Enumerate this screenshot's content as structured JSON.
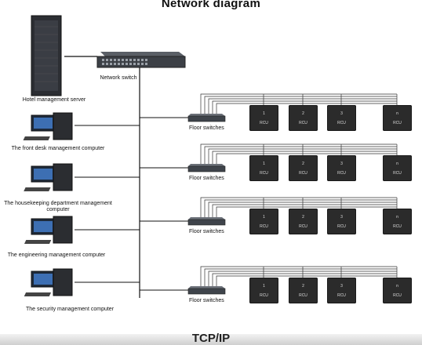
{
  "title": "Network diagram",
  "footer": "TCP/IP",
  "server": {
    "label": "Hotel management server"
  },
  "network_switch": {
    "label": "Network switch"
  },
  "computers": [
    {
      "label": "The front desk management computer"
    },
    {
      "label": "The housekeeping department management computer"
    },
    {
      "label": "The engineering management computer"
    },
    {
      "label": "The security management computer"
    }
  ],
  "floors": [
    {
      "switch_label": "Floor switches",
      "rcus": [
        {
          "num": "1",
          "name": "RCU"
        },
        {
          "num": "2",
          "name": "RCU"
        },
        {
          "num": "3",
          "name": "RCU"
        },
        {
          "num": "n",
          "name": "RCU"
        }
      ]
    },
    {
      "switch_label": "Floor switches",
      "rcus": [
        {
          "num": "1",
          "name": "RCU"
        },
        {
          "num": "2",
          "name": "RCU"
        },
        {
          "num": "3",
          "name": "RCU"
        },
        {
          "num": "n",
          "name": "RCU"
        }
      ]
    },
    {
      "switch_label": "Floor switches",
      "rcus": [
        {
          "num": "1",
          "name": "RCU"
        },
        {
          "num": "2",
          "name": "RCU"
        },
        {
          "num": "3",
          "name": "RCU"
        },
        {
          "num": "n",
          "name": "RCU"
        }
      ]
    },
    {
      "switch_label": "Floor switches",
      "rcus": [
        {
          "num": "1",
          "name": "RCU"
        },
        {
          "num": "2",
          "name": "RCU"
        },
        {
          "num": "3",
          "name": "RCU"
        },
        {
          "num": "n",
          "name": "RCU"
        }
      ]
    }
  ]
}
